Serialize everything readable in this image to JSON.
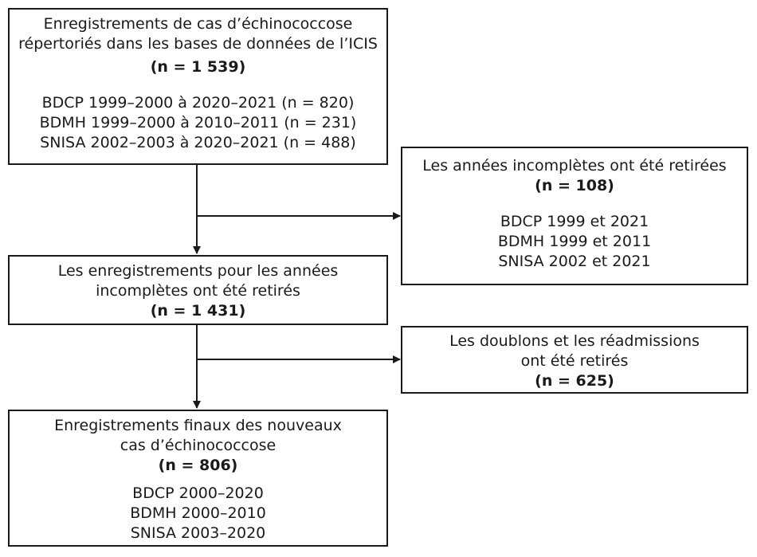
{
  "boxes": {
    "initial": {
      "title_lines": [
        "Enregistrements de cas d’échinococcose",
        "répertoriés dans les bases de données de l’ICIS"
      ],
      "count": "(n = 1 539)",
      "detail_lines": [
        "BDCP 1999–2000 à 2020–2021 (n = 820)",
        "BDMH 1999–2000 à 2010–2011 (n = 231)",
        "SNISA 2002–2003 à 2020–2021 (n = 488)"
      ]
    },
    "excluded_years": {
      "title_lines": [
        "Les années incomplètes ont été retirées"
      ],
      "count": "(n = 108)",
      "detail_lines": [
        "BDCP 1999 et 2021",
        "BDMH 1999 et 2011",
        "SNISA 2002 et 2021"
      ]
    },
    "after_years": {
      "title_lines": [
        "Les enregistrements pour les années",
        "incomplètes ont été retirés"
      ],
      "count": "(n = 1 431)"
    },
    "excluded_duplicates": {
      "title_lines": [
        "Les doublons et les réadmissions",
        "ont été retirés"
      ],
      "count": "(n = 625)"
    },
    "final": {
      "title_lines": [
        "Enregistrements finaux des nouveaux",
        "cas d’échinococcose"
      ],
      "count": "(n = 806)",
      "detail_lines": [
        "BDCP 2000–2020",
        "BDMH 2000–2010",
        "SNISA 2003–2020"
      ]
    }
  }
}
